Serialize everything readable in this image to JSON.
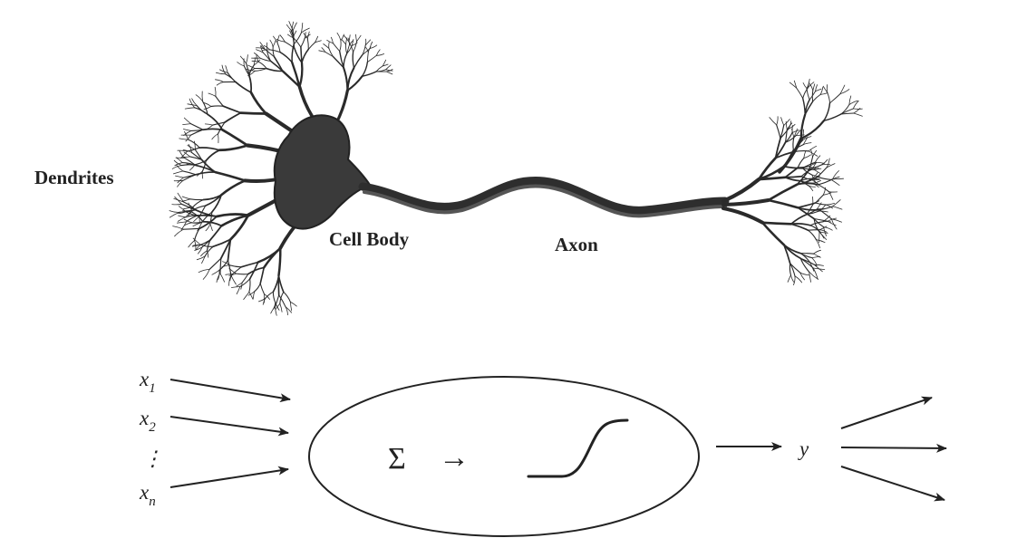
{
  "neuron": {
    "dendrites_label": "Dendrites",
    "cell_body_label": "Cell Body",
    "axon_label": "Axon"
  },
  "model": {
    "inputs": [
      {
        "symbol": "x",
        "subscript": "1"
      },
      {
        "symbol": "x",
        "subscript": "2"
      },
      {
        "symbol": "x",
        "subscript": "n"
      }
    ],
    "ellipsis": "⋮",
    "sum_symbol": "Σ",
    "inner_arrow": "→",
    "output_symbol": "y",
    "output_branches": 3
  },
  "colors": {
    "ink": "#222222",
    "background": "#ffffff"
  }
}
